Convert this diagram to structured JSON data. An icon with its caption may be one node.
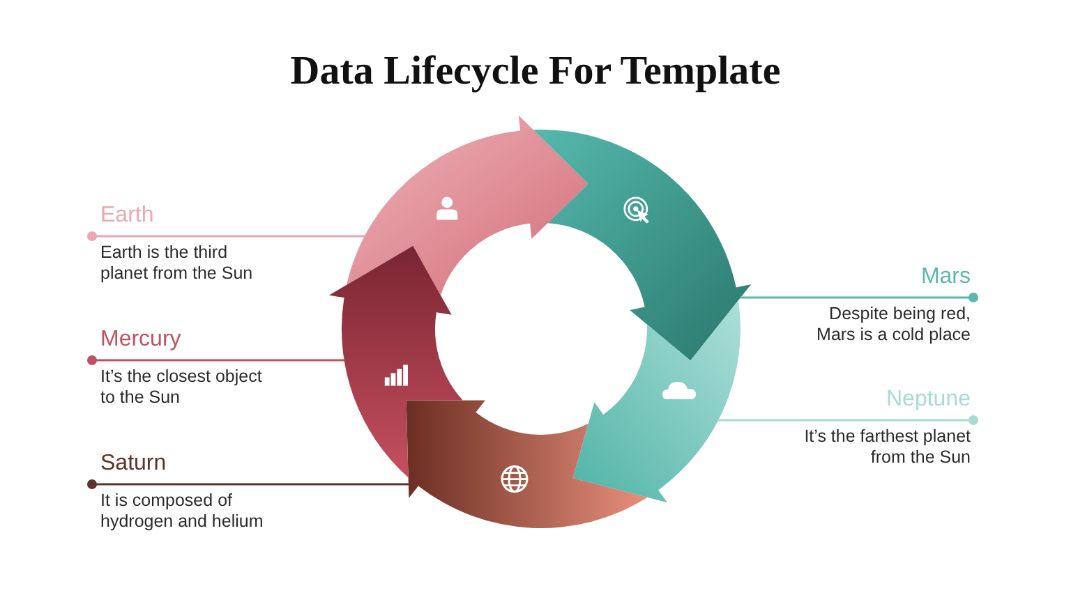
{
  "diagram": {
    "title": "Data Lifecycle For Template",
    "nodes": [
      {
        "text": [
          "Earth",
          "Earth is the third planet from the Sun"
        ]
      },
      {
        "text": [
          "Mercury",
          "It’s the closest object to the Sun"
        ]
      },
      {
        "text": [
          "Saturn",
          "It is composed of hydrogen and helium"
        ]
      },
      {
        "text": [
          "Mars",
          "Despite being red, Mars is a cold place"
        ]
      },
      {
        "text": [
          "Neptune",
          "It’s the farthest planet from the Sun"
        ]
      },
      {
        "text": [],
        "shape": "arrow"
      },
      {
        "text": [],
        "shape": "arrow"
      },
      {
        "text": [],
        "shape": "arrow"
      },
      {
        "text": [],
        "shape": "arrow"
      },
      {
        "text": [],
        "shape": "arrow"
      }
    ],
    "edges": [
      {
        "from": 0,
        "to": 5,
        "arrow": "other",
        "color": "#e8aab0"
      },
      {
        "from": 1,
        "to": 9,
        "arrow": "other",
        "color": "#c0525f"
      },
      {
        "from": 2,
        "to": 8,
        "arrow": "other",
        "color": "#5e3327"
      },
      {
        "from": 3,
        "to": 6,
        "arrow": "other",
        "color": "#5bb8ac"
      },
      {
        "from": 4,
        "to": 7,
        "arrow": "other",
        "color": "#a6dcd4"
      }
    ]
  }
}
